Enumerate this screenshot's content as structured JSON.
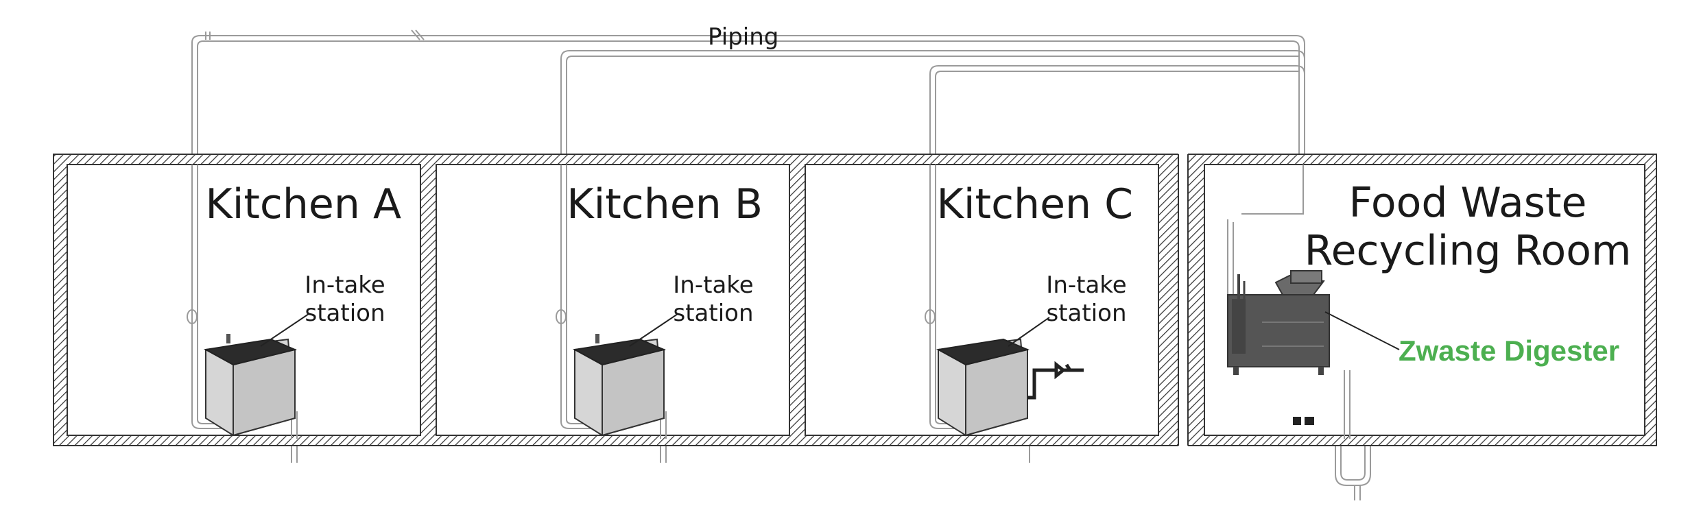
{
  "piping_label": "Piping",
  "rooms": [
    {
      "id": "kitchen-a",
      "title_lines": [
        "Kitchen A"
      ],
      "station_label_lines": [
        "In-take",
        "station"
      ]
    },
    {
      "id": "kitchen-b",
      "title_lines": [
        "Kitchen B"
      ],
      "station_label_lines": [
        "In-take",
        "station"
      ]
    },
    {
      "id": "kitchen-c",
      "title_lines": [
        "Kitchen C"
      ],
      "station_label_lines": [
        "In-take",
        "station"
      ]
    },
    {
      "id": "recycling-room",
      "title_lines": [
        "Food Waste",
        "Recycling Room"
      ]
    }
  ],
  "digester": {
    "label": "Zwaste Digester",
    "label_color": "#4caf50"
  },
  "colors": {
    "wall_hatch": "#333333",
    "pipe": "#9a9a9a",
    "machine": "#555555",
    "station_box": "#d6d6d6"
  }
}
